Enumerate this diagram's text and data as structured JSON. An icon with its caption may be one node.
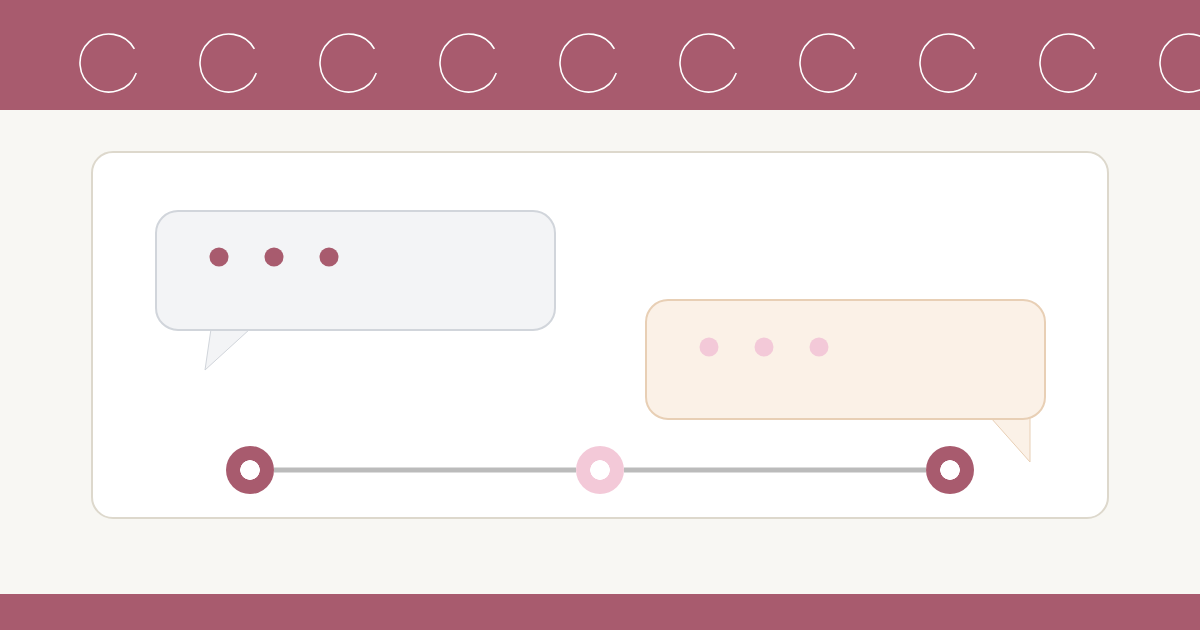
{
  "diagram": {
    "nodes": [
      {
        "text": [],
        "shape": "circle"
      },
      {
        "text": [],
        "shape": "circle"
      },
      {
        "text": [],
        "shape": "circle"
      }
    ],
    "edges": [
      {
        "from": 0,
        "to": 1,
        "arrow": "none"
      },
      {
        "from": 1,
        "to": 2,
        "arrow": "none"
      }
    ]
  }
}
